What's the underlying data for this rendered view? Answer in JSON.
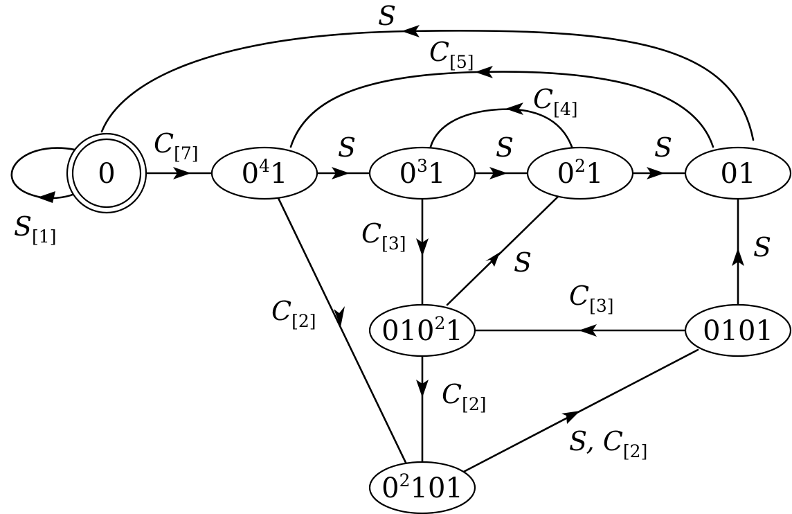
{
  "states": {
    "s_0": {
      "text": "0"
    },
    "s_041": {
      "base": "0",
      "sup": "4",
      "rest": "1"
    },
    "s_031": {
      "base": "0",
      "sup": "3",
      "rest": "1"
    },
    "s_021": {
      "base": "0",
      "sup": "2",
      "rest": "1"
    },
    "s_01": {
      "text": "01"
    },
    "s_01021": {
      "base": "010",
      "sup": "2",
      "rest": "1"
    },
    "s_0101": {
      "text": "0101"
    },
    "s_02101": {
      "base": "0",
      "sup": "2",
      "rest": "101"
    }
  },
  "edges": {
    "loop_0": {
      "main": "S",
      "sub": "[1]"
    },
    "e_0_041": {
      "main": "C",
      "sub": "[7]"
    },
    "e_041_031": {
      "main": "S"
    },
    "e_031_021": {
      "main": "S"
    },
    "e_021_01": {
      "main": "S"
    },
    "e_01_0": {
      "main": "S"
    },
    "e_01_041": {
      "main": "C",
      "sub": "[5]"
    },
    "e_021_031": {
      "main": "C",
      "sub": "[4]"
    },
    "e_031_01021": {
      "main": "C",
      "sub": "[3]"
    },
    "e_01021_021": {
      "main": "S"
    },
    "e_0101_01021": {
      "main": "C",
      "sub": "[3]"
    },
    "e_0101_01": {
      "main": "S"
    },
    "e_041_02101": {
      "main": "C",
      "sub": "[2]"
    },
    "e_01021_02101": {
      "main": "C",
      "sub": "[2]"
    },
    "e_02101_0101": {
      "main": "S, C",
      "sub": "[2]"
    }
  }
}
